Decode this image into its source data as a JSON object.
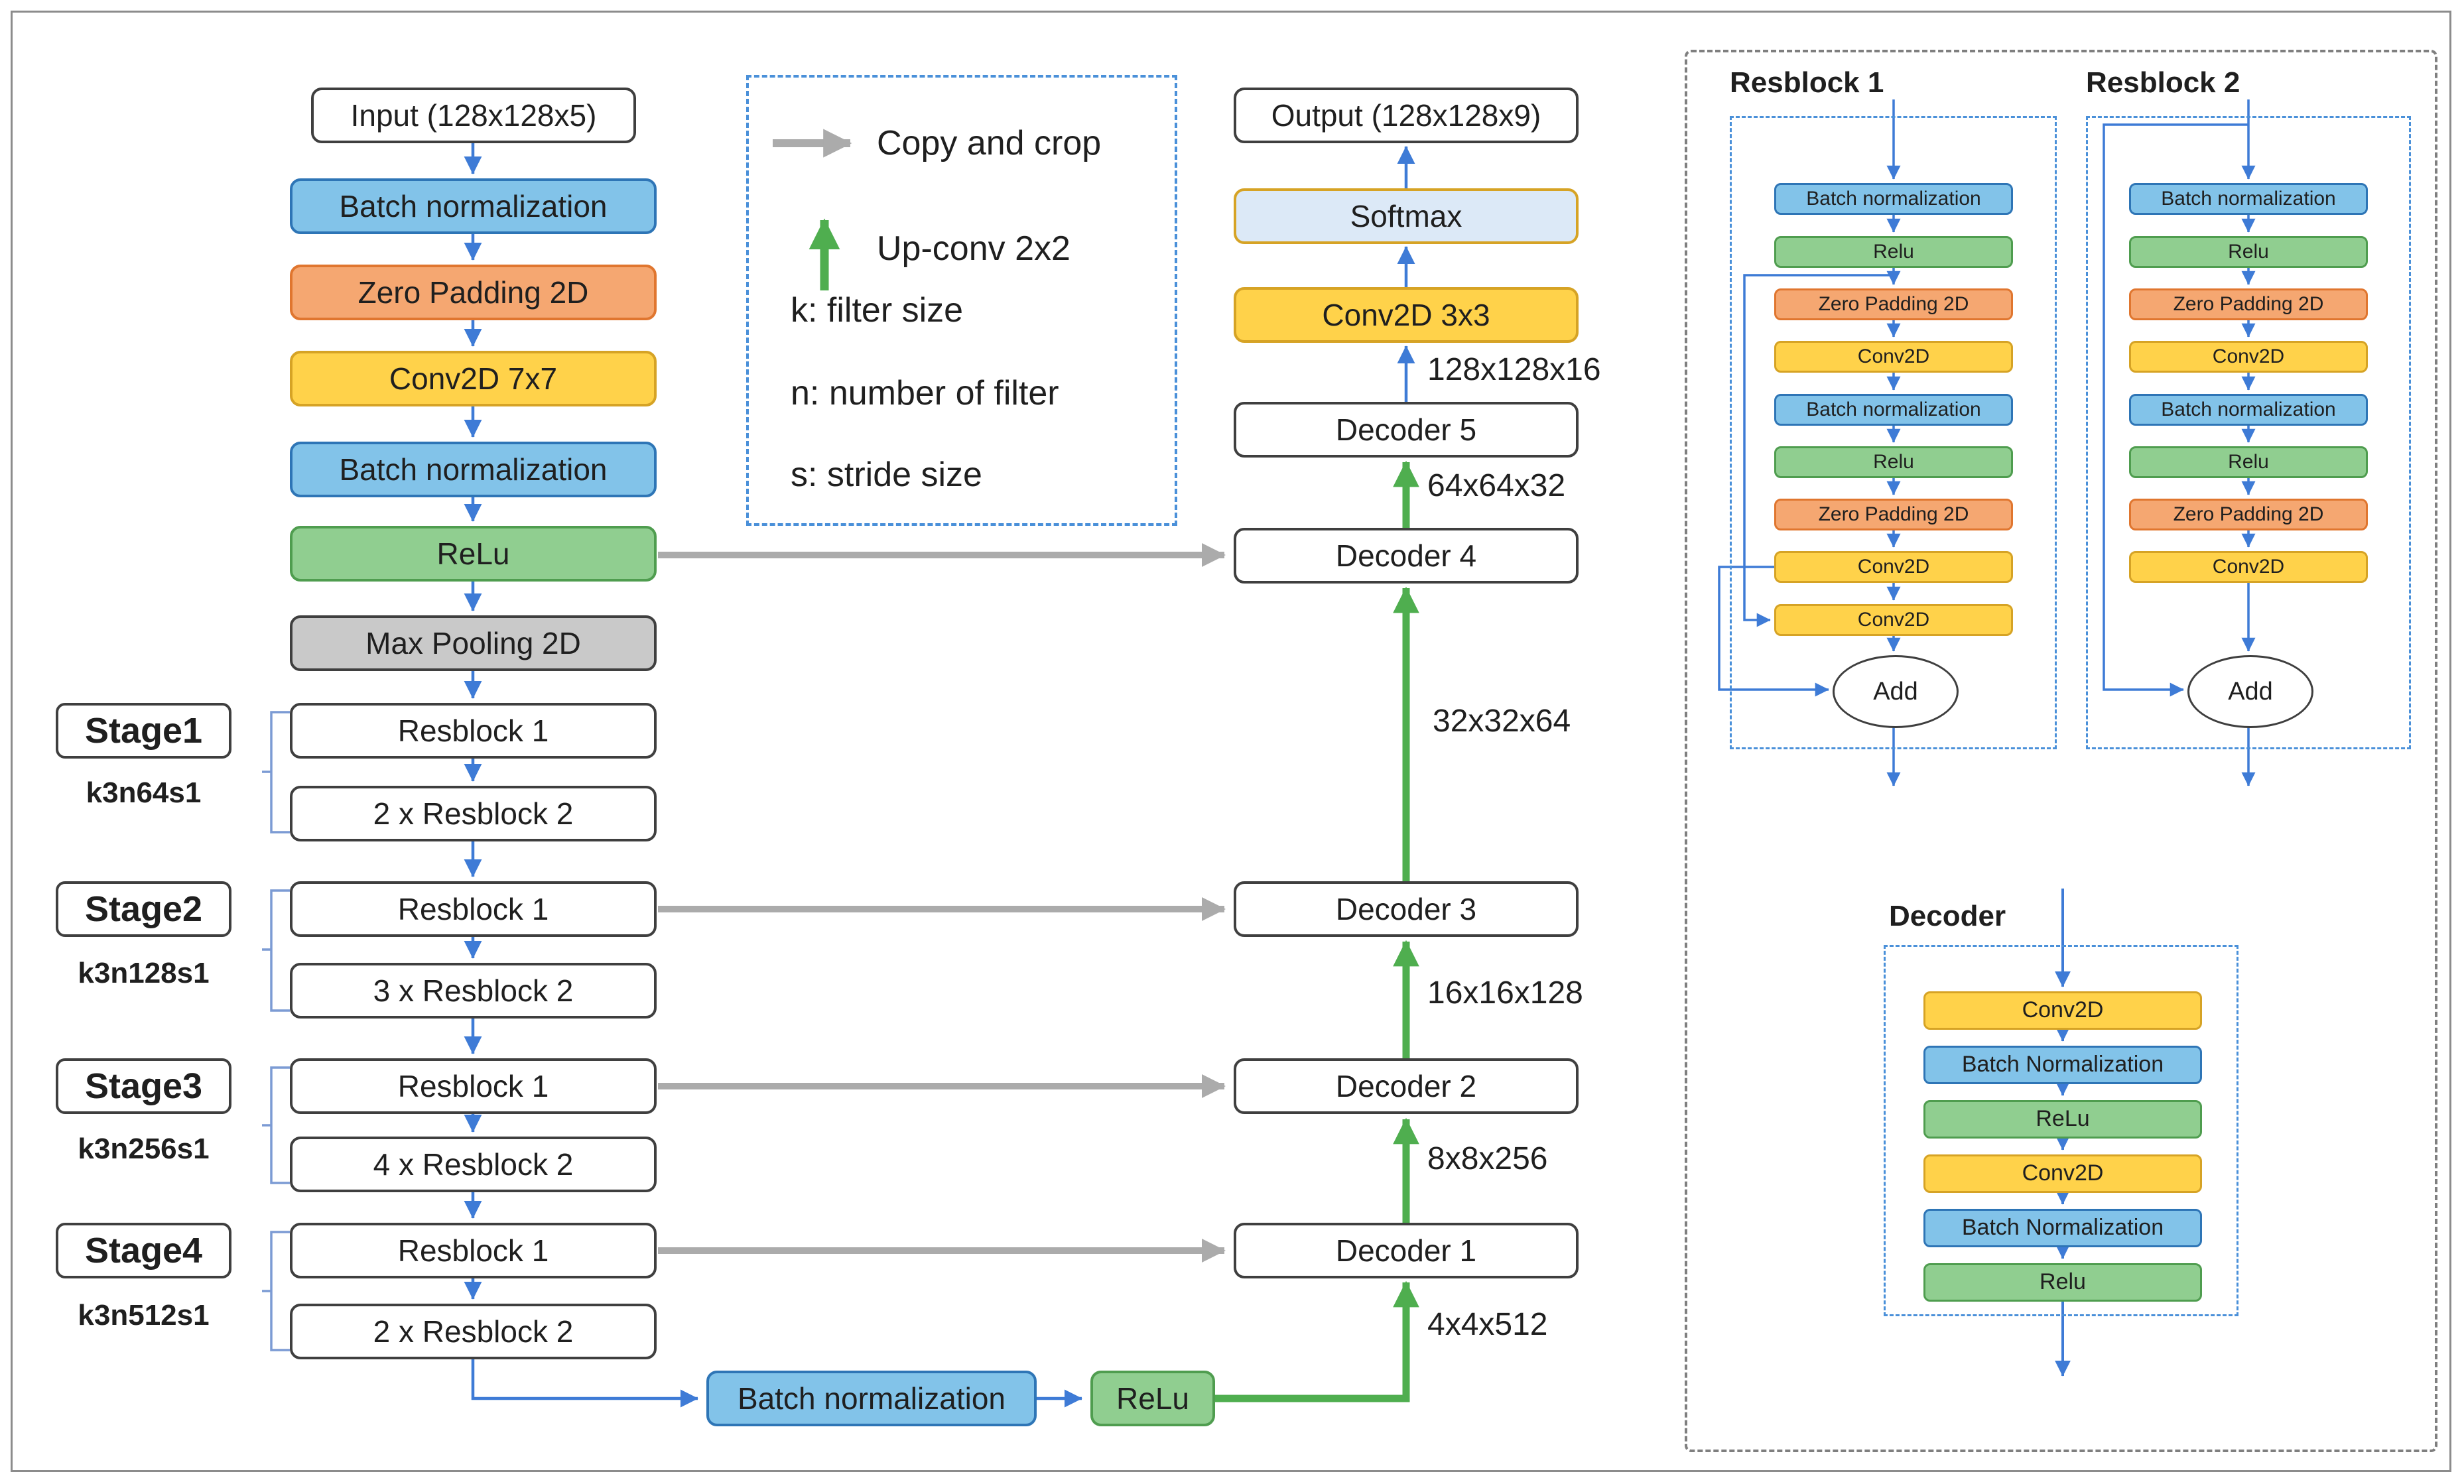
{
  "colors": {
    "blue": "#82C3E9",
    "blue_border": "#2E75B6",
    "green": "#90CE90",
    "green_border": "#4F9D4F",
    "orange": "#F5A771",
    "orange_border": "#E0762F",
    "yellow": "#FFD24A",
    "yellow_border": "#D6A325",
    "gray": "#C9C9C9",
    "gray_border": "#3F3F3F",
    "white_border": "#3F3F3F",
    "softmax": "#DCE9F7",
    "softmax_border": "#D6A325",
    "arrow_blue": "#3E7BD6",
    "arrow_green": "#4FAE4F",
    "arrow_gray": "#ABABAB",
    "panel_blue": "#4A90D9",
    "panel_gray": "#7F7F7F",
    "bracket": "#7C9BD4"
  },
  "encoder": {
    "layers": [
      {
        "label": "Input (128x128x5)",
        "type": "input"
      },
      {
        "label": "Batch normalization",
        "type": "batchnorm"
      },
      {
        "label": "Zero Padding 2D",
        "type": "zeropad"
      },
      {
        "label": "Conv2D 7x7",
        "type": "conv"
      },
      {
        "label": "Batch normalization",
        "type": "batchnorm"
      },
      {
        "label": "ReLu",
        "type": "relu"
      },
      {
        "label": "Max Pooling 2D",
        "type": "maxpool"
      },
      {
        "label": "Resblock 1",
        "type": "resblock"
      },
      {
        "label": "2 x Resblock 2",
        "type": "resblock"
      },
      {
        "label": "Resblock 1",
        "type": "resblock"
      },
      {
        "label": "3 x Resblock 2",
        "type": "resblock"
      },
      {
        "label": "Resblock 1",
        "type": "resblock"
      },
      {
        "label": "4 x Resblock 2",
        "type": "resblock"
      },
      {
        "label": "Resblock 1",
        "type": "resblock"
      },
      {
        "label": "2 x Resblock 2",
        "type": "resblock"
      }
    ],
    "stages": [
      {
        "label": "Stage1",
        "params": "k3n64s1"
      },
      {
        "label": "Stage2",
        "params": "k3n128s1"
      },
      {
        "label": "Stage3",
        "params": "k3n256s1"
      },
      {
        "label": "Stage4",
        "params": "k3n512s1"
      }
    ],
    "bottom_bn": "Batch normalization",
    "bottom_relu": "ReLu"
  },
  "legend": {
    "copy_and_crop": "Copy and crop",
    "up_conv": "Up-conv 2x2",
    "k": "k: filter size",
    "n": "n: number of filter",
    "s": "s: stride size"
  },
  "decoder_column": {
    "output": "Output (128x128x9)",
    "softmax": "Softmax",
    "conv": "Conv2D 3x3",
    "blocks": [
      "Decoder 5",
      "Decoder 4",
      "Decoder 3",
      "Decoder 2",
      "Decoder 1"
    ],
    "dims": [
      "128x128x16",
      "64x64x32",
      "32x32x64",
      "16x16x128",
      "8x8x256",
      "4x4x512"
    ]
  },
  "resblock1": {
    "title": "Resblock 1",
    "layers": [
      "Batch normalization",
      "Relu",
      "Zero Padding 2D",
      "Conv2D",
      "Batch normalization",
      "Relu",
      "Zero Padding 2D",
      "Conv2D",
      "Conv2D"
    ],
    "add": "Add"
  },
  "resblock2": {
    "title": "Resblock 2",
    "layers": [
      "Batch normalization",
      "Relu",
      "Zero Padding 2D",
      "Conv2D",
      "Batch normalization",
      "Relu",
      "Zero Padding 2D",
      "Conv2D"
    ],
    "add": "Add"
  },
  "decoder_detail": {
    "title": "Decoder",
    "layers": [
      "Conv2D",
      "Batch Normalization",
      "ReLu",
      "Conv2D",
      "Batch Normalization",
      "Relu"
    ]
  }
}
